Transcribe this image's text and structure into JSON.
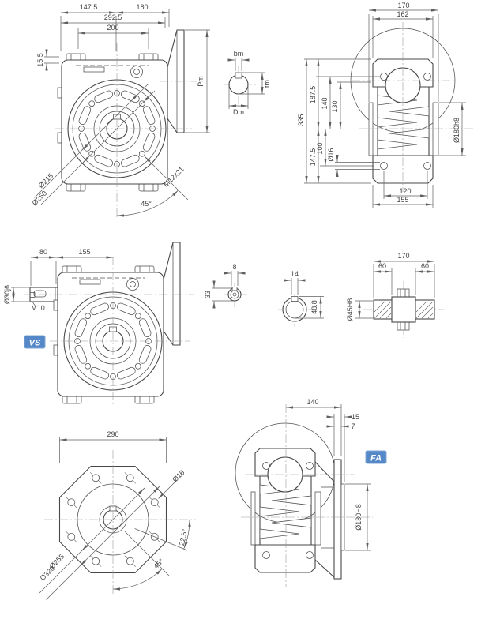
{
  "meta": {
    "background": "#ffffff",
    "line_color": "#474747",
    "dim_color": "#5f5f5f",
    "badge_bg": "#5588c7",
    "badge_fg": "#ffffff"
  },
  "front_view": {
    "dim_147_5": "147.5",
    "dim_180": "180",
    "dim_292_5": "292.5",
    "dim_200": "200",
    "dim_15_5": "15.5",
    "dim_pm": "Pm",
    "dia_215": "Ø215",
    "dia_250": "Ø250",
    "tap": "M12x21",
    "angle_45": "45°"
  },
  "motor_shaft_section": {
    "bm": "bm",
    "tm": "tm",
    "dm": "Dm"
  },
  "side_view": {
    "dim_170": "170",
    "dim_162": "162",
    "dim_335": "335",
    "dim_187_5": "187.5",
    "dim_147_5": "147.5",
    "dim_140": "140",
    "dim_130": "130",
    "dim_100": "100",
    "dia_16": "Ø16",
    "dia_180": "Ø180h8",
    "dim_120": "120",
    "dim_155": "155"
  },
  "vs_view": {
    "dim_80": "80",
    "dim_155": "155",
    "dia_30": "Ø30j6",
    "tap": "M10",
    "badge": "VS"
  },
  "worm_shaft_section": {
    "dim_8": "8",
    "dim_33": "33"
  },
  "hollow_bore_section": {
    "dim_14": "14",
    "dim_48_8": "48.8",
    "dia_45": "Ø45H8"
  },
  "hollow_shaft_view": {
    "dim_170": "170",
    "dim_60_left": "60",
    "dim_60_right": "60"
  },
  "flange_view": {
    "dim_290": "290",
    "dia_16": "Ø16",
    "angle_22_5": "22.5°",
    "angle_45": "45°",
    "dia_255": "Ø255",
    "dia_320": "Ø320"
  },
  "fa_view": {
    "dim_140": "140",
    "dim_15": "15",
    "dim_7": "7",
    "dia_180": "Ø180H8",
    "badge": "FA"
  }
}
